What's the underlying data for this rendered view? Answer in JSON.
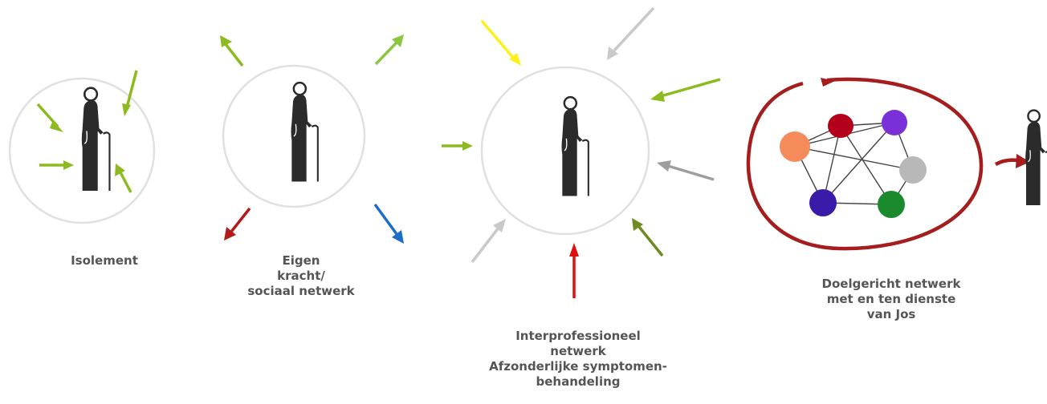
{
  "captions": {
    "isolement": [
      "Isolement"
    ],
    "eigen_kracht": [
      "Eigen",
      "kracht/",
      "sociaal netwerk"
    ],
    "interprofessioneel": [
      "Interprofessioneel",
      "netwerk",
      "Afzonderlijke symptomen-",
      "behandeling"
    ],
    "doelgericht": [
      "Doelgericht netwerk",
      "met en ten dienste",
      "van Jos"
    ]
  },
  "colors": {
    "circle_outline": "#e0e0e0",
    "person": "#2b2b2b",
    "lime": "#8dbb1f",
    "light_green": "#8cc63f",
    "olive": "#6e8a22",
    "gray": "#c9c9c9",
    "dark_gray": "#9e9e9e",
    "yellow": "#ffef1c",
    "red": "#e01010",
    "dark_red": "#b31b1b",
    "blue": "#1c6fc8",
    "loop": "#a51d1d",
    "node_red": "#b3001b",
    "node_purple": "#7b2fd6",
    "node_orange": "#f58b5a",
    "node_silver": "#b8b8b8",
    "node_navy": "#3a1aa8",
    "node_green": "#1b8a2c"
  },
  "icons": [
    "elderly-person-icon",
    "arrow-icon",
    "network-node-icon"
  ]
}
